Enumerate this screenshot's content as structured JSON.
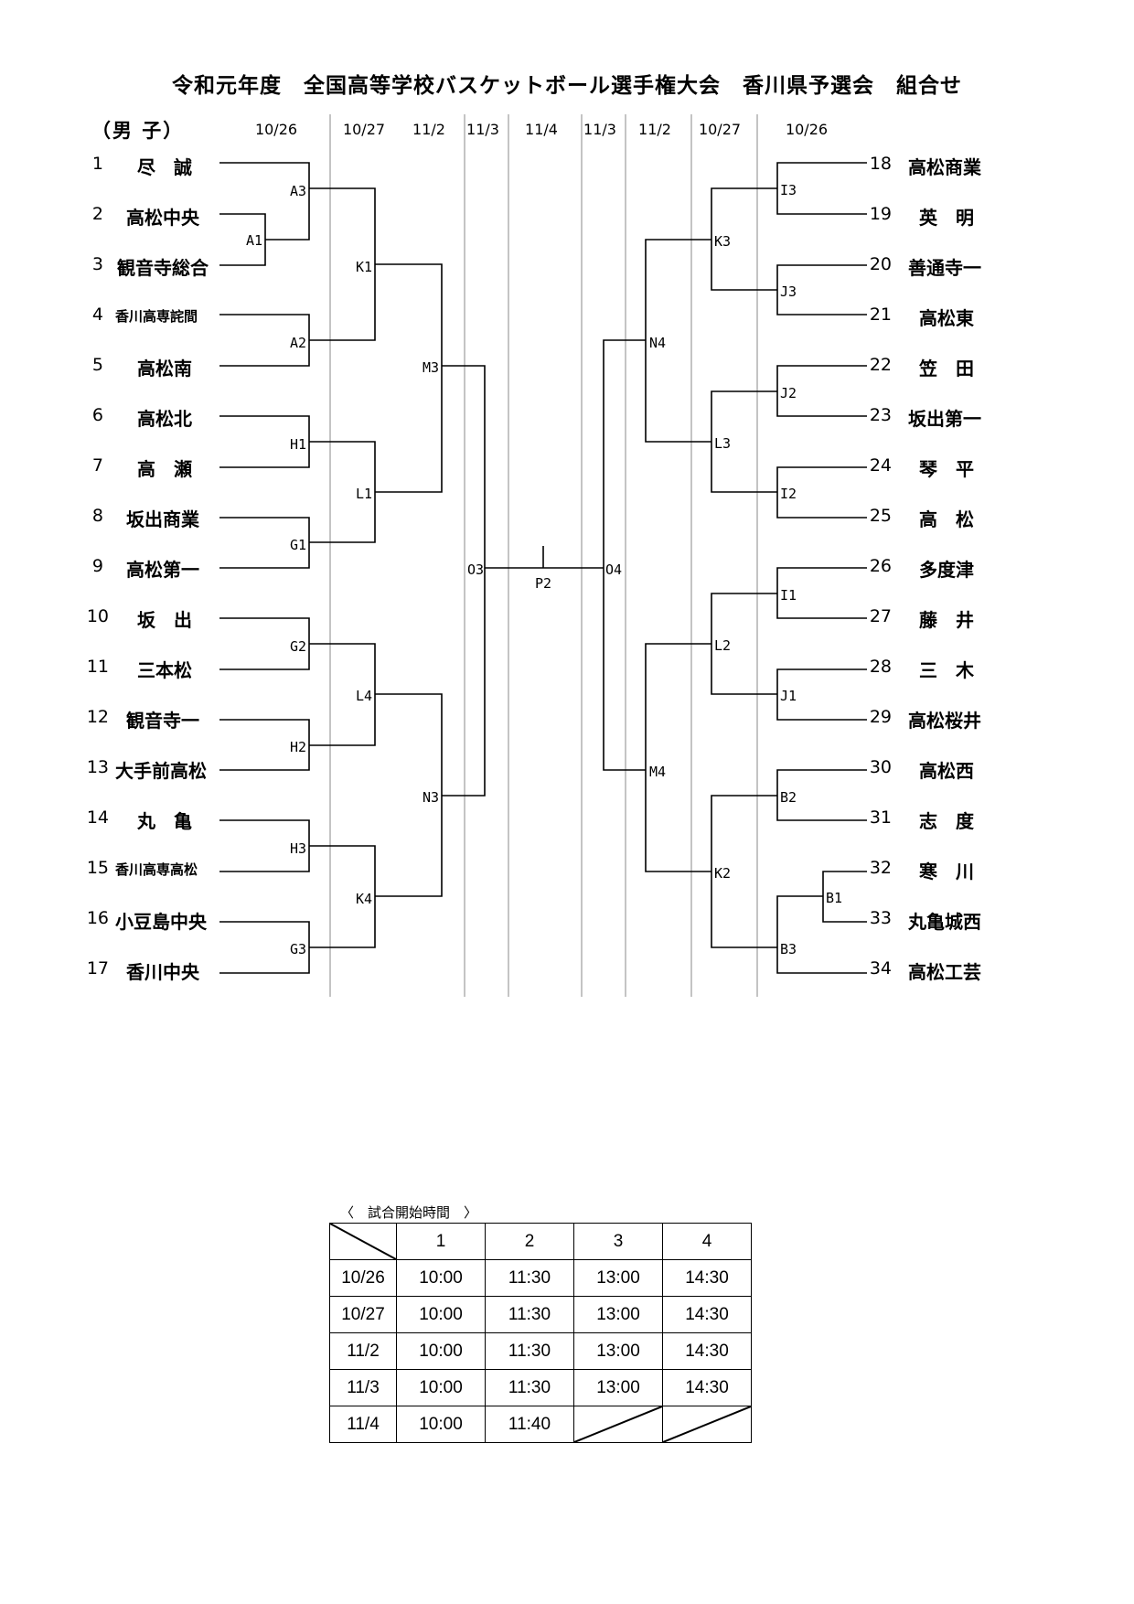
{
  "title": "令和元年度　全国高等学校バスケットボール選手権大会　香川県予選会　組合せ",
  "division": "（男 子）",
  "round_dates": [
    "10/26",
    "10/27",
    "11/2",
    "11/3",
    "11/4",
    "11/3",
    "11/2",
    "10/27",
    "10/26"
  ],
  "teams_left": [
    {
      "no": "1",
      "name": "尽　誠"
    },
    {
      "no": "2",
      "name": "高松中央"
    },
    {
      "no": "3",
      "name": "観音寺総合"
    },
    {
      "no": "4",
      "name": "香川高専詫間"
    },
    {
      "no": "5",
      "name": "高松南"
    },
    {
      "no": "6",
      "name": "高松北"
    },
    {
      "no": "7",
      "name": "高　瀬"
    },
    {
      "no": "8",
      "name": "坂出商業"
    },
    {
      "no": "9",
      "name": "高松第一"
    },
    {
      "no": "10",
      "name": "坂　出"
    },
    {
      "no": "11",
      "name": "三本松"
    },
    {
      "no": "12",
      "name": "観音寺一"
    },
    {
      "no": "13",
      "name": "大手前高松"
    },
    {
      "no": "14",
      "name": "丸　亀"
    },
    {
      "no": "15",
      "name": "香川高専高松"
    },
    {
      "no": "16",
      "name": "小豆島中央"
    },
    {
      "no": "17",
      "name": "香川中央"
    }
  ],
  "teams_right": [
    {
      "no": "18",
      "name": "高松商業"
    },
    {
      "no": "19",
      "name": "英　明"
    },
    {
      "no": "20",
      "name": "善通寺一"
    },
    {
      "no": "21",
      "name": "高松東"
    },
    {
      "no": "22",
      "name": "笠　田"
    },
    {
      "no": "23",
      "name": "坂出第一"
    },
    {
      "no": "24",
      "name": "琴　平"
    },
    {
      "no": "25",
      "name": "高　松"
    },
    {
      "no": "26",
      "name": "多度津"
    },
    {
      "no": "27",
      "name": "藤　井"
    },
    {
      "no": "28",
      "name": "三　木"
    },
    {
      "no": "29",
      "name": "高松桜井"
    },
    {
      "no": "30",
      "name": "高松西"
    },
    {
      "no": "31",
      "name": "志　度"
    },
    {
      "no": "32",
      "name": "寒　川"
    },
    {
      "no": "33",
      "name": "丸亀城西"
    },
    {
      "no": "34",
      "name": "高松工芸"
    }
  ],
  "match_codes": {
    "A1": "A1",
    "A2": "A2",
    "A3": "A3",
    "H1": "H1",
    "G1": "G1",
    "G2": "G2",
    "H2": "H2",
    "H3": "H3",
    "G3": "G3",
    "K1": "K1",
    "L1": "L1",
    "L4": "L4",
    "K4": "K4",
    "M3": "M3",
    "N3": "N3",
    "O3": "O3",
    "P2": "P2",
    "I3": "I3",
    "J3": "J3",
    "J2": "J2",
    "I2": "I2",
    "I1": "I1",
    "J1": "J1",
    "B2": "B2",
    "B1": "B1",
    "B3": "B3",
    "K3": "K3",
    "L3": "L3",
    "L2": "L2",
    "K2": "K2",
    "N4": "N4",
    "M4": "M4",
    "O4": "O4"
  },
  "schedule": {
    "caption": "〈　試合開始時間　〉",
    "columns": [
      "1",
      "2",
      "3",
      "4"
    ],
    "rows": [
      {
        "date": "10/26",
        "times": [
          "10:00",
          "11:30",
          "13:00",
          "14:30"
        ]
      },
      {
        "date": "10/27",
        "times": [
          "10:00",
          "11:30",
          "13:00",
          "14:30"
        ]
      },
      {
        "date": "11/2",
        "times": [
          "10:00",
          "11:30",
          "13:00",
          "14:30"
        ]
      },
      {
        "date": "11/3",
        "times": [
          "10:00",
          "11:30",
          "13:00",
          "14:30"
        ]
      },
      {
        "date": "11/4",
        "times": [
          "10:00",
          "11:40",
          "",
          ""
        ]
      }
    ]
  }
}
